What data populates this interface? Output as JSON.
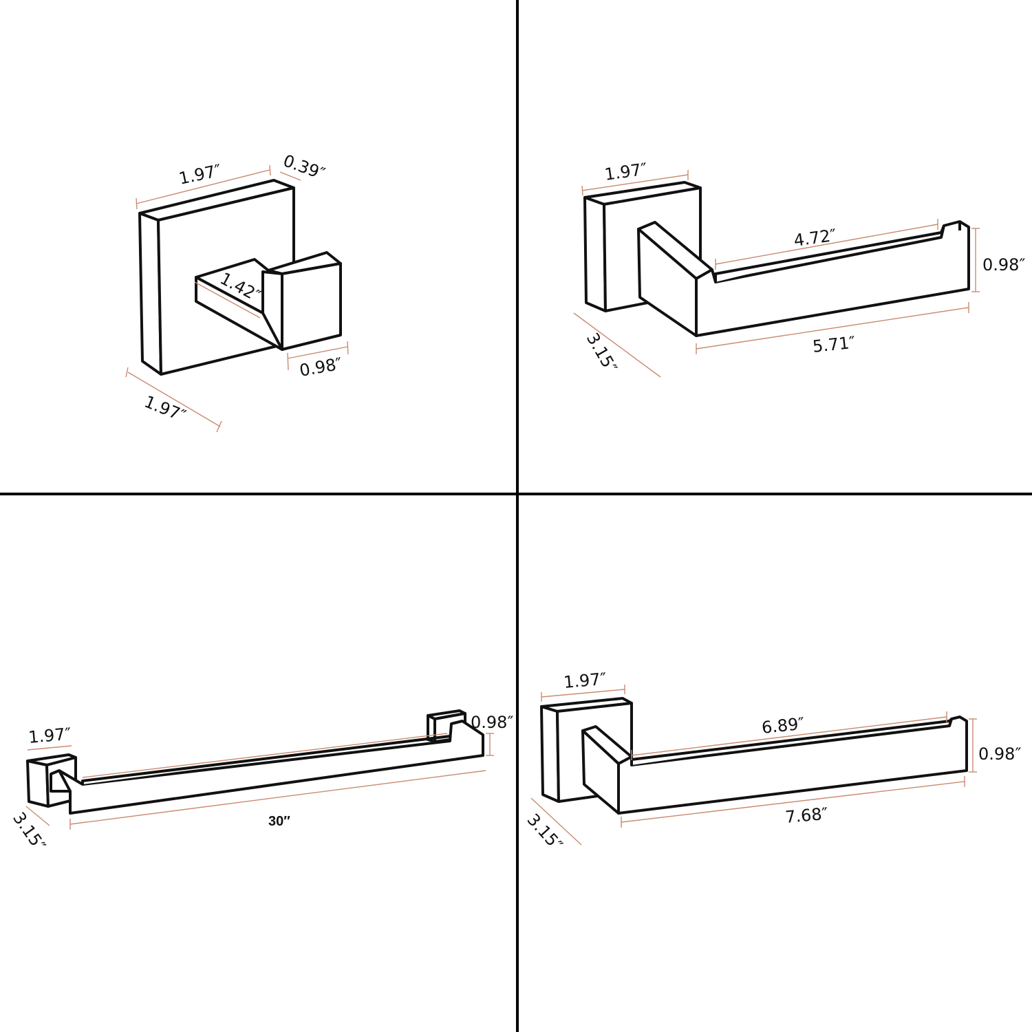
{
  "colors": {
    "outline": "#111111",
    "dimension_line": "#c98a70",
    "divider": "#000000"
  },
  "panels": [
    {
      "name": "robe-hook",
      "labels": {
        "top_width": "1.97″",
        "plate_depth": "0.39″",
        "hook_length": "1.42″",
        "hook_width": "0.98″",
        "plate_height": "1.97″"
      }
    },
    {
      "name": "toilet-paper-holder",
      "labels": {
        "plate_width": "1.97″",
        "inner_length": "4.72″",
        "height": "0.98″",
        "total_length": "5.71″",
        "plate_height": "3.15″"
      }
    },
    {
      "name": "towel-bar",
      "labels": {
        "plate_width": "1.97″",
        "height": "0.98″",
        "length": "30″",
        "plate_height": "3.15″"
      }
    },
    {
      "name": "hand-towel-holder",
      "labels": {
        "plate_width": "1.97″",
        "inner_length": "6.89″",
        "height": "0.98″",
        "total_length": "7.68″",
        "plate_height": "3.15″"
      }
    }
  ]
}
